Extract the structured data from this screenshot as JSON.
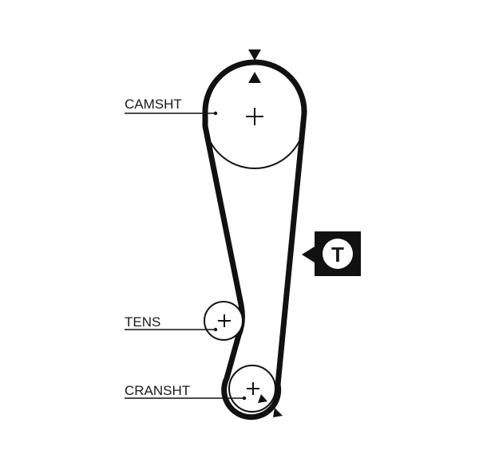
{
  "labels": {
    "camshaft": "CAMSHT",
    "tensioner": "TENS",
    "crankshaft": "CRANSHT"
  },
  "tension_badge": {
    "letter": "T"
  },
  "colors": {
    "belt": "#111111",
    "background": "#ffffff",
    "badge": "#111111"
  }
}
